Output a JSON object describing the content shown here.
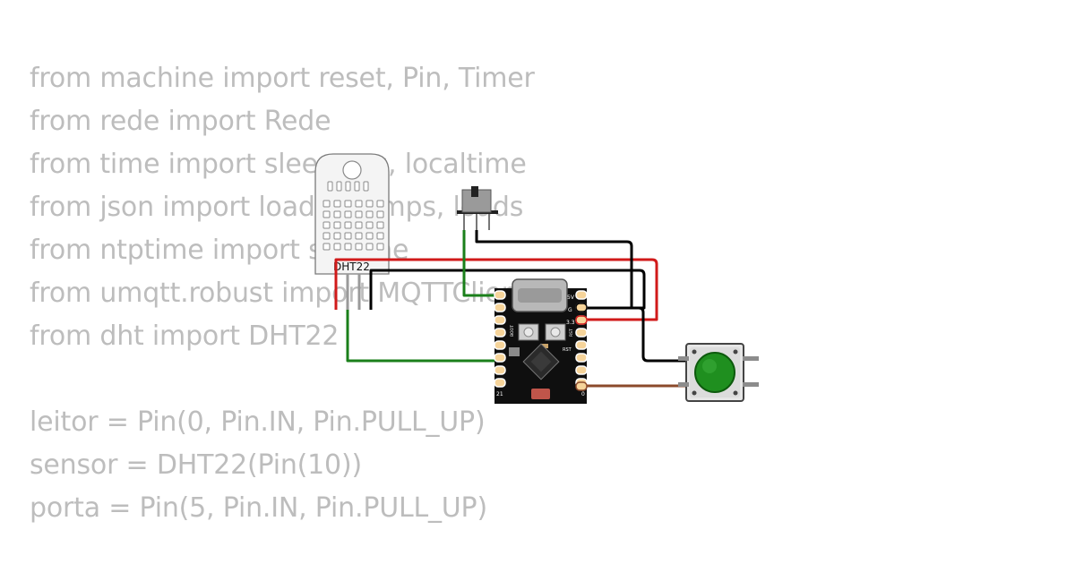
{
  "code_lines": [
    "from machine import reset, Pin, Timer",
    "from rede import Rede",
    "from time import sleep_ms, localtime",
    "from json import loads, dumps, loads",
    "from ntptime import settime",
    "from umqtt.robust import MQTTClient",
    "from dht import DHT22",
    "",
    "leitor = Pin(0, Pin.IN, Pin.PULL_UP)",
    "sensor = DHT22(Pin(10))",
    "porta = Pin(5, Pin.IN, Pin.PULL_UP)"
  ],
  "sensor": {
    "label": "DHT22"
  },
  "board": {
    "pin_labels_right": [
      "5V",
      "G",
      "3.3",
      "RST"
    ],
    "pin_label_bottom_left": "21",
    "pin_label_bottom_right": "0",
    "button_labels": [
      "BOOT",
      "RST"
    ]
  },
  "colors": {
    "code_text": "#bdbdbd",
    "wire_green": "#1a7f1a",
    "wire_black": "#000000",
    "wire_red": "#d11a1a",
    "wire_brown": "#8b4a2b",
    "pushbutton_cap": "#1f8f1f"
  }
}
